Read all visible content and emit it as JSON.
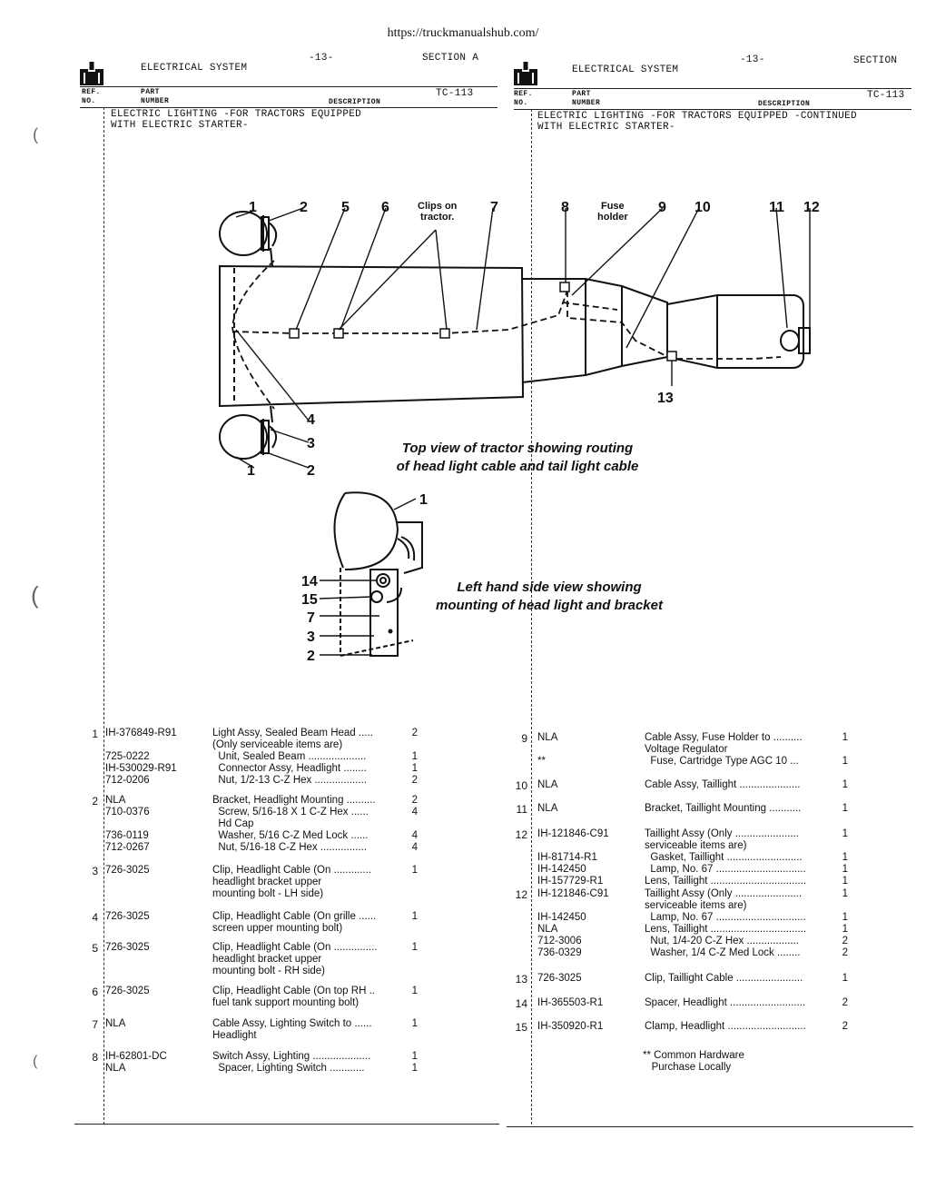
{
  "url": "https://truckmanualshub.com/",
  "left_header": {
    "title": "ELECTRICAL SYSTEM",
    "page": "-13-",
    "section": "SECTION  A",
    "code": "TC-113",
    "ref_no": "REF.\nNO.",
    "part_number": "PART\nNUMBER",
    "description": "DESCRIPTION",
    "heading_line1": "ELECTRIC LIGHTING -FOR TRACTORS EQUIPPED",
    "heading_line2": "WITH ELECTRIC STARTER-"
  },
  "right_header": {
    "title": "ELECTRICAL SYSTEM",
    "page": "-13-",
    "section": "SECTION",
    "code": "TC-113",
    "ref_no": "REF.\nNO.",
    "part_number": "PART\nNUMBER",
    "description": "DESCRIPTION",
    "heading_line1": "ELECTRIC LIGHTING -FOR TRACTORS EQUIPPED   -CONTINUED",
    "heading_line2": "WITH ELECTRIC STARTER-"
  },
  "diagram": {
    "callouts_top": [
      "1",
      "2",
      "5",
      "6",
      "7",
      "8",
      "9",
      "10",
      "11",
      "12"
    ],
    "clips_label": "Clips on\ntractor.",
    "fuse_label": "Fuse\nholder",
    "callouts_bottom": [
      "4",
      "3",
      "1",
      "2",
      "13"
    ],
    "top_caption": "Top view of tractor showing routing\nof head light cable and tail light cable",
    "side_callouts": [
      "1",
      "14",
      "15",
      "7",
      "3",
      "2"
    ],
    "side_caption": "Left hand side view showing\nmounting of head light and bracket"
  },
  "left_parts": [
    {
      "ref": "1",
      "rows": [
        {
          "pn": "IH-376849-R91",
          "desc": "Light Assy, Sealed Beam Head .....",
          "qty": "2"
        },
        {
          "pn": "",
          "desc": "(Only serviceable items are)",
          "qty": ""
        },
        {
          "pn": "725-0222",
          "desc": "  Unit, Sealed Beam ....................",
          "qty": "1"
        },
        {
          "pn": "IH-530029-R91",
          "desc": "  Connector Assy, Headlight ........",
          "qty": "1"
        },
        {
          "pn": "712-0206",
          "desc": "  Nut, 1/2-13 C-Z Hex ..................",
          "qty": "2"
        }
      ]
    },
    {
      "ref": "2",
      "rows": [
        {
          "pn": "NLA",
          "desc": "Bracket, Headlight Mounting ..........",
          "qty": "2"
        },
        {
          "pn": "710-0376",
          "desc": "  Screw, 5/16-18 X 1 C-Z Hex ......",
          "qty": "4"
        },
        {
          "pn": "",
          "desc": "  Hd Cap",
          "qty": ""
        },
        {
          "pn": "736-0119",
          "desc": "  Washer, 5/16 C-Z Med Lock ......",
          "qty": "4"
        },
        {
          "pn": "712-0267",
          "desc": "  Nut, 5/16-18 C-Z Hex ................",
          "qty": "4"
        }
      ]
    },
    {
      "ref": "3",
      "rows": [
        {
          "pn": "726-3025",
          "desc": "Clip, Headlight Cable (On .............",
          "qty": "1"
        },
        {
          "pn": "",
          "desc": "headlight bracket upper",
          "qty": ""
        },
        {
          "pn": "",
          "desc": "mounting bolt - LH side)",
          "qty": ""
        }
      ]
    },
    {
      "ref": "4",
      "rows": [
        {
          "pn": "726-3025",
          "desc": "Clip, Headlight Cable (On grille ......",
          "qty": "1"
        },
        {
          "pn": "",
          "desc": "screen upper mounting bolt)",
          "qty": ""
        }
      ]
    },
    {
      "ref": "5",
      "rows": [
        {
          "pn": "726-3025",
          "desc": "Clip, Headlight Cable (On ...............",
          "qty": "1"
        },
        {
          "pn": "",
          "desc": "headlight bracket upper",
          "qty": ""
        },
        {
          "pn": "",
          "desc": "mounting bolt - RH side)",
          "qty": ""
        }
      ]
    },
    {
      "ref": "6",
      "rows": [
        {
          "pn": "726-3025",
          "desc": "Clip, Headlight Cable (On top RH ..",
          "qty": "1"
        },
        {
          "pn": "",
          "desc": "fuel tank support mounting bolt)",
          "qty": ""
        }
      ]
    },
    {
      "ref": "7",
      "rows": [
        {
          "pn": "NLA",
          "desc": "Cable Assy, Lighting Switch to ......",
          "qty": "1"
        },
        {
          "pn": "",
          "desc": "Headlight",
          "qty": ""
        }
      ]
    },
    {
      "ref": "8",
      "rows": [
        {
          "pn": "IH-62801-DC",
          "desc": "Switch Assy, Lighting ....................",
          "qty": "1"
        },
        {
          "pn": "NLA",
          "desc": "  Spacer, Lighting Switch ............",
          "qty": "1"
        }
      ]
    }
  ],
  "right_parts": [
    {
      "ref": "9",
      "rows": [
        {
          "pn": "NLA",
          "desc": "Cable Assy, Fuse Holder to ..........",
          "qty": "1"
        },
        {
          "pn": "",
          "desc": "Voltage Regulator",
          "qty": ""
        },
        {
          "pn": "**",
          "desc": "  Fuse, Cartridge Type AGC 10 ...",
          "qty": "1"
        }
      ]
    },
    {
      "ref": "10",
      "rows": [
        {
          "pn": "NLA",
          "desc": "Cable Assy, Taillight .....................",
          "qty": "1"
        }
      ]
    },
    {
      "ref": "11",
      "rows": [
        {
          "pn": "NLA",
          "desc": "Bracket, Taillight Mounting ...........",
          "qty": "1"
        }
      ]
    },
    {
      "ref": "12",
      "rows": [
        {
          "pn": "IH-121846-C91",
          "desc": "Taillight Assy (Only ......................",
          "qty": "1"
        },
        {
          "pn": "",
          "desc": "serviceable items are)",
          "qty": ""
        },
        {
          "pn": "IH-81714-R1",
          "desc": "  Gasket, Taillight ..........................",
          "qty": "1"
        },
        {
          "pn": "IH-142450",
          "desc": "  Lamp, No. 67 ...............................",
          "qty": "1"
        },
        {
          "pn": "IH-157729-R1",
          "desc": "Lens, Taillight .................................",
          "qty": "1"
        }
      ]
    },
    {
      "ref": "12",
      "rows": [
        {
          "pn": "IH-121846-C91",
          "desc": "Taillight Assy (Only .......................",
          "qty": "1"
        },
        {
          "pn": "",
          "desc": "serviceable items are)",
          "qty": ""
        },
        {
          "pn": "IH-142450",
          "desc": "  Lamp, No. 67 ...............................",
          "qty": "1"
        },
        {
          "pn": "NLA",
          "desc": "Lens, Taillight .................................",
          "qty": "1"
        },
        {
          "pn": "712-3006",
          "desc": "  Nut, 1/4-20 C-Z Hex ..................",
          "qty": "2"
        },
        {
          "pn": "736-0329",
          "desc": "  Washer, 1/4 C-Z Med Lock ........",
          "qty": "2"
        }
      ]
    },
    {
      "ref": "13",
      "rows": [
        {
          "pn": "726-3025",
          "desc": "Clip, Taillight Cable .......................",
          "qty": "1"
        }
      ]
    },
    {
      "ref": "14",
      "rows": [
        {
          "pn": "IH-365503-R1",
          "desc": "Spacer, Headlight ..........................",
          "qty": "2"
        }
      ]
    },
    {
      "ref": "15",
      "rows": [
        {
          "pn": "IH-350920-R1",
          "desc": "Clamp, Headlight ...........................",
          "qty": "2"
        }
      ]
    }
  ],
  "footnote": "** Common Hardware\n   Purchase Locally"
}
